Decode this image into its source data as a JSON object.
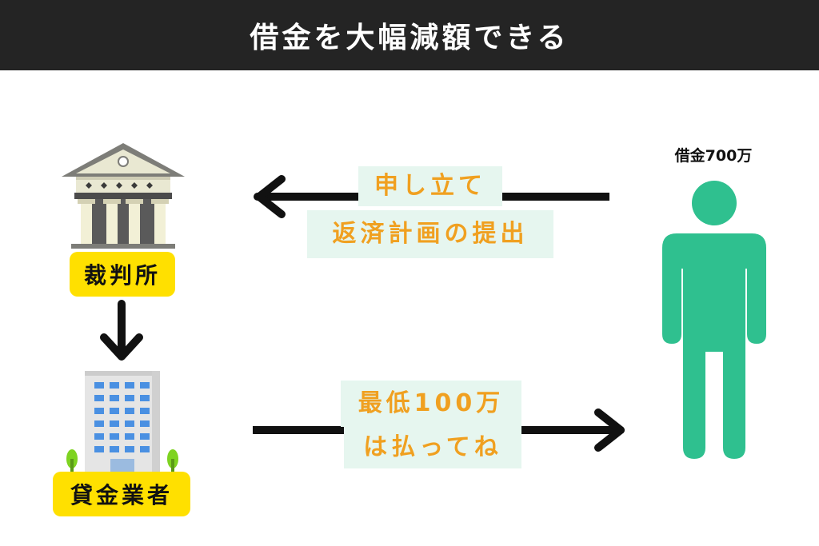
{
  "header": {
    "title": "借金を大幅減額できる"
  },
  "court": {
    "label": "裁判所"
  },
  "lender": {
    "label": "貸金業者"
  },
  "person": {
    "debt_label": "借金700万"
  },
  "messages": {
    "top_line1": "申し立て",
    "top_line2": "返済計画の提出",
    "bottom_line1": "最低100万",
    "bottom_line2": "は払ってね"
  },
  "colors": {
    "header_bg": "#242424",
    "label_bg": "#ffe000",
    "message_bg": "#e6f6ef",
    "message_text": "#f0a020",
    "person": "#2fc08f",
    "arrow": "#111111"
  }
}
